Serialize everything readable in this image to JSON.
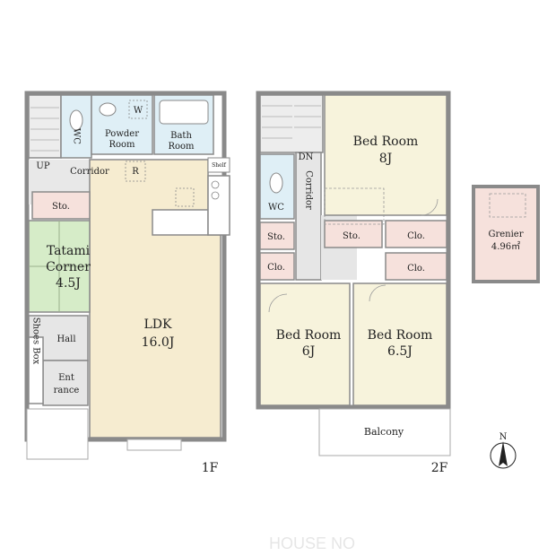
{
  "floors": {
    "first": {
      "label": "1F",
      "rooms": {
        "wc": "WC",
        "powder_room": [
          "Powder",
          "Room"
        ],
        "bath_room": [
          "Bath",
          "Room"
        ],
        "washer": "W",
        "up": "UP",
        "corridor": "Corridor",
        "refrigerator": "R",
        "shelf": "Shelf",
        "storage": "Sto.",
        "tatami": [
          "Tatami",
          "Corner",
          "4.5J"
        ],
        "ldk": [
          "LDK",
          "16.0J"
        ],
        "hall": "Hall",
        "shoes_box": "Shoes Box",
        "entrance": [
          "Ent",
          "rance"
        ]
      }
    },
    "second": {
      "label": "2F",
      "rooms": {
        "dn": "DN",
        "wc": "WC",
        "corridor": "Corridor",
        "storage_left": "Sto.",
        "storage_mid": "Sto.",
        "closet_left": "Clo.",
        "closet_mid": "Clo.",
        "closet_right": "Clo.",
        "bed_large": [
          "Bed Room",
          "8J"
        ],
        "bed_left": [
          "Bed Room",
          "6J"
        ],
        "bed_right": [
          "Bed Room",
          "6.5J"
        ],
        "balcony": "Balcony"
      }
    },
    "grenier": [
      "Grenier",
      "4.96㎡"
    ]
  },
  "compass": "N",
  "watermark": "HOUSE NO",
  "colors": {
    "wall": "#8a8a8a",
    "ldk": "#f6ecd0",
    "bedroom": "#f7f3dc",
    "tatami": "#d6ecc8",
    "water": "#dfeff6",
    "storage": "#f6e1dc",
    "corridor": "#e6e6e6"
  }
}
